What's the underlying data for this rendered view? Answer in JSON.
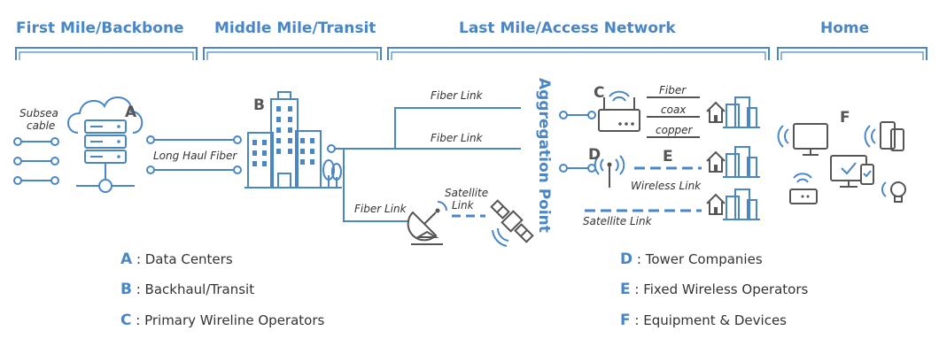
{
  "headers": {
    "first_mile": "First Mile/Backbone",
    "middle_mile": "Middle Mile/Transit",
    "last_mile": "Last Mile/Access Network",
    "home": "Home"
  },
  "labels": {
    "subsea_1": "Subsea",
    "subsea_2": "cable",
    "long_haul": "Long Haul Fiber",
    "fiber_link_top": "Fiber Link",
    "fiber_link_mid": "Fiber Link",
    "fiber_link_low": "Fiber Link",
    "satellite_link_1": "Satellite",
    "satellite_link_2": "Link",
    "aggregation": "Aggregation Point",
    "fiber": "Fiber",
    "coax": "coax",
    "copper": "copper",
    "wireless_link": "Wireless Link",
    "satellite_link_bottom": "Satellite Link"
  },
  "letters": {
    "a": "A",
    "b": "B",
    "c": "C",
    "d": "D",
    "e": "E",
    "f": "F"
  },
  "legend": {
    "left": [
      {
        "key": "A",
        "text": " : Data Centers"
      },
      {
        "key": "B",
        "text": " : Backhaul/Transit"
      },
      {
        "key": "C",
        "text": " : Primary Wireline Operators"
      }
    ],
    "right": [
      {
        "key": "D",
        "text": " : Tower Companies"
      },
      {
        "key": "E",
        "text": " : Fixed Wireless Operators"
      },
      {
        "key": "F",
        "text": " : Equipment & Devices"
      }
    ]
  },
  "colors": {
    "accent": "#4a86c5",
    "dark": "#555555",
    "text": "#333333"
  }
}
